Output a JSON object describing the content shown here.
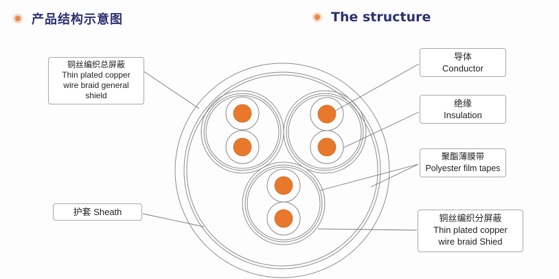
{
  "header": {
    "title_cn": "产品结构示意图",
    "title_en": "The structure"
  },
  "labels": {
    "overall_shield": {
      "cn": "铜丝编织总屏蔽",
      "en_line1": "Thin plated copper",
      "en_line2": "wire braid general",
      "en_line3": "shield"
    },
    "sheath": {
      "text": "护套 Sheath"
    },
    "conductor": {
      "cn": "导体",
      "en": "Conductor"
    },
    "insulation": {
      "cn": "绝缘",
      "en": "Insulation"
    },
    "film_tapes": {
      "cn": "聚酯薄膜带",
      "en": "Polyester film tapes"
    },
    "pair_shield": {
      "cn": "铜丝编织分屏蔽",
      "en_line1": "Thin plated copper",
      "en_line2": "wire braid Shied"
    }
  },
  "colors": {
    "conductor": "#e8792c",
    "line": "#888888",
    "title": "#2b3170",
    "bullet": "#e58a4e"
  }
}
